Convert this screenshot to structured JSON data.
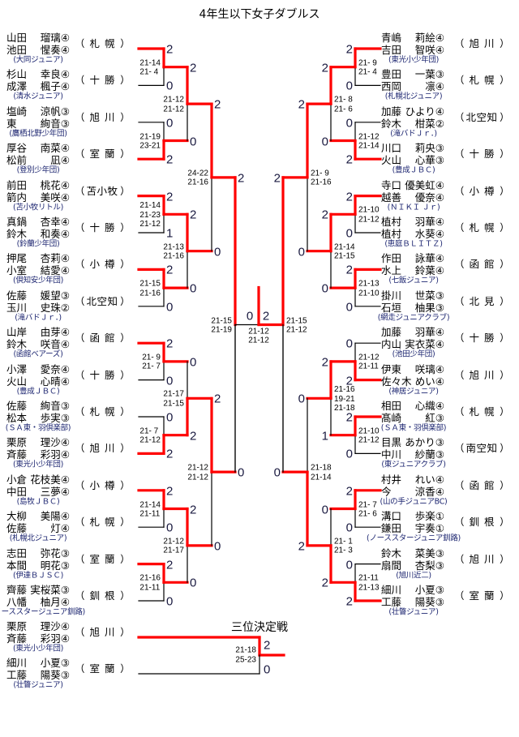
{
  "title": "4年生以下女子ダブルス",
  "paren_open": "（",
  "paren_close": "）",
  "colors": {
    "win_line": "#ff0000",
    "line": "#000000",
    "club_text": "#1c2570"
  },
  "left": {
    "teams": [
      {
        "players": [
          [
            "山田",
            "瑠璃④"
          ],
          [
            "池田",
            "惺奏④"
          ]
        ],
        "city": "札幌",
        "club": "(大同ジュニア)"
      },
      {
        "players": [
          [
            "杉山",
            "幸良④"
          ],
          [
            "成澤",
            "楓子④"
          ]
        ],
        "city": "十勝",
        "club": "(清水ジュニア)"
      },
      {
        "players": [
          [
            "塩崎",
            "涼帆③"
          ],
          [
            "東",
            "絢音③"
          ]
        ],
        "city": "旭川",
        "club": "(鷹栖北野少年団)"
      },
      {
        "players": [
          [
            "厚谷",
            "南菜④"
          ],
          [
            "松前",
            "凪④"
          ]
        ],
        "city": "室蘭",
        "club": "(登別少年団)"
      },
      {
        "players": [
          [
            "前田",
            "桃花④"
          ],
          [
            "箭内",
            "美咲④"
          ]
        ],
        "city": "苫小牧",
        "club": "(苫小牧リトル)"
      },
      {
        "players": [
          [
            "真鍋",
            "杏幸④"
          ],
          [
            "鈴木",
            "和奏④"
          ]
        ],
        "city": "十勝",
        "club": "(鈴蘭少年団)"
      },
      {
        "players": [
          [
            "押尾",
            "杏莉④"
          ],
          [
            "小室",
            "結愛④"
          ]
        ],
        "city": "小樽",
        "club": "(倶知安少年団)"
      },
      {
        "players": [
          [
            "佐藤",
            "媛望③"
          ],
          [
            "玉川",
            "史珠②"
          ]
        ],
        "city": "北空知",
        "club": "(滝バドＪｒ．)"
      },
      {
        "players": [
          [
            "山岸",
            "由芽④"
          ],
          [
            "鈴木",
            "咲音④"
          ]
        ],
        "city": "函館",
        "club": "(函館ベアーズ)"
      },
      {
        "players": [
          [
            "小澤",
            "愛奈④"
          ],
          [
            "火山",
            "心晴④"
          ]
        ],
        "city": "十勝",
        "club": "(豊成ＪＢＣ)"
      },
      {
        "players": [
          [
            "佐藤",
            "絢音③"
          ],
          [
            "松本",
            "歩実③"
          ]
        ],
        "city": "札幌",
        "club": "(ＳＡ東・羽倶楽部)"
      },
      {
        "players": [
          [
            "栗原",
            "理沙④"
          ],
          [
            "斉藤",
            "彩羽④"
          ]
        ],
        "city": "旭川",
        "club": "(東光小少年団)"
      },
      {
        "players": [
          [
            "小倉",
            "花枝美④"
          ],
          [
            "中田",
            "三夢④"
          ]
        ],
        "city": "小樽",
        "club": "(島牧ＪＢＣ)"
      },
      {
        "players": [
          [
            "大柳",
            "美陽④"
          ],
          [
            "佐藤",
            "灯④"
          ]
        ],
        "city": "札幌",
        "club": "(札幌北ジュニア)"
      },
      {
        "players": [
          [
            "志田",
            "弥花③"
          ],
          [
            "本間",
            "明花③"
          ]
        ],
        "city": "室蘭",
        "club": "(伊達ＢＪＳＣ)"
      },
      {
        "players": [
          [
            "齊藤",
            "実桜菜③"
          ],
          [
            "八幡",
            "柚月④"
          ]
        ],
        "city": "釧根",
        "club": "(ノーススタージュニア釧路)"
      }
    ],
    "rounds": [
      [
        {
          "scores": [
            2,
            0
          ],
          "games": "21-14\n21- 4"
        },
        {
          "scores": [
            0,
            2
          ],
          "games": "21-19\n23-21"
        },
        {
          "scores": [
            2,
            1
          ],
          "games": "21-14\n21-23\n21-12"
        },
        {
          "scores": [
            2,
            0
          ],
          "games": "21-15\n21-16"
        },
        {
          "scores": [
            2,
            0
          ],
          "games": "21- 9\n21- 7"
        },
        {
          "scores": [
            0,
            2
          ],
          "games": "21- 7\n21-12"
        },
        {
          "scores": [
            2,
            0
          ],
          "games": "21-14\n21-11"
        },
        {
          "scores": [
            2,
            0
          ],
          "games": "21-16\n21-11"
        }
      ],
      [
        {
          "scores": [
            2,
            0
          ],
          "games": "21-12\n21-12"
        },
        {
          "scores": [
            2,
            0
          ],
          "games": "21-13\n21-16"
        },
        {
          "scores": [
            0,
            2
          ],
          "games": "21-17\n21-15"
        },
        {
          "scores": [
            2,
            0
          ],
          "games": "21-12\n21-17"
        }
      ],
      [
        {
          "scores": [
            2,
            0
          ],
          "games": "24-22\n21-16"
        },
        {
          "scores": [
            2,
            0
          ],
          "games": "21-12\n21-12"
        }
      ],
      [
        {
          "scores": [
            2,
            0
          ],
          "games": "21-15\n21-19"
        }
      ]
    ]
  },
  "right": {
    "teams": [
      {
        "players": [
          [
            "青嶋",
            "莉絵④"
          ],
          [
            "吉田",
            "智咲④"
          ]
        ],
        "city": "旭川",
        "club": "(東光小少年団)"
      },
      {
        "players": [
          [
            "豊田",
            "一葉③"
          ],
          [
            "西岡",
            "凛④"
          ]
        ],
        "city": "札幌",
        "club": "(札幌北ジュニア)"
      },
      {
        "players": [
          [
            "加藤",
            "ひより④"
          ],
          [
            "鈴木",
            "柑菜②"
          ]
        ],
        "city": "北空知",
        "club": "(滝バドＪｒ．)"
      },
      {
        "players": [
          [
            "川口",
            "莉央③"
          ],
          [
            "火山",
            "心華③"
          ]
        ],
        "city": "十勝",
        "club": "(豊成ＪＢＣ)"
      },
      {
        "players": [
          [
            "寺口",
            "優美虹④"
          ],
          [
            "越善",
            "優奈④"
          ]
        ],
        "city": "小樽",
        "club": "(ＮＩＫＩ Ｊｒ)"
      },
      {
        "players": [
          [
            "植村",
            "羽華④"
          ],
          [
            "植村",
            "水葵④"
          ]
        ],
        "city": "札幌",
        "club": "(恵庭ＢＬＩＴＺ)"
      },
      {
        "players": [
          [
            "作田",
            "詠華④"
          ],
          [
            "水上",
            "鈴葉④"
          ]
        ],
        "city": "函館",
        "club": "(七飯ジュニア)"
      },
      {
        "players": [
          [
            "掛川",
            "世菜③"
          ],
          [
            "石垣",
            "柚果③"
          ]
        ],
        "city": "北見",
        "club": "(網走ジュニアクラブ)"
      },
      {
        "players": [
          [
            "加藤",
            "羽華④"
          ],
          [
            "内山",
            "実衣菜④"
          ]
        ],
        "city": "十勝",
        "club": "(池田少年団)"
      },
      {
        "players": [
          [
            "伊東",
            "咲璃④"
          ],
          [
            "佐々木",
            "めい④"
          ]
        ],
        "city": "旭川",
        "club": "(神居ジュニア)"
      },
      {
        "players": [
          [
            "相田",
            "心織④"
          ],
          [
            "髙崎",
            "紅③"
          ]
        ],
        "city": "札幌",
        "club": "(ＳＡ東・羽倶楽部)"
      },
      {
        "players": [
          [
            "目黒",
            "あかり③"
          ],
          [
            "中川",
            "紗蘭③"
          ]
        ],
        "city": "南空知",
        "club": "(東ジュニアクラブ)"
      },
      {
        "players": [
          [
            "村井",
            "れい④"
          ],
          [
            "今",
            "涼香④"
          ]
        ],
        "city": "函館",
        "club": "(山の手ジュニアBC)"
      },
      {
        "players": [
          [
            "溝口",
            "歩楽①"
          ],
          [
            "鎌田",
            "宇奏①"
          ]
        ],
        "city": "釧根",
        "club": "(ノーススタージュニア釧路)"
      },
      {
        "players": [
          [
            "鈴木",
            "菜美③"
          ],
          [
            "扇間",
            "杏梨③"
          ]
        ],
        "city": "旭川",
        "club": "(旭川近二)"
      },
      {
        "players": [
          [
            "細川",
            "小夏③"
          ],
          [
            "工藤",
            "陽葵③"
          ]
        ],
        "city": "室蘭",
        "club": "(壮瞥ジュニア)"
      }
    ],
    "rounds": [
      [
        {
          "scores": [
            2,
            0
          ],
          "games": "21- 9\n21- 4"
        },
        {
          "scores": [
            0,
            2
          ],
          "games": "21-12\n21-14"
        },
        {
          "scores": [
            2,
            0
          ],
          "games": "21-10\n21-12"
        },
        {
          "scores": [
            2,
            0
          ],
          "games": "21-13\n21-10"
        },
        {
          "scores": [
            0,
            2
          ],
          "games": "21-12\n21-11"
        },
        {
          "scores": [
            2,
            0
          ],
          "games": "21-10\n21-12"
        },
        {
          "scores": [
            2,
            0
          ],
          "games": "21- 7\n21- 6"
        },
        {
          "scores": [
            0,
            2
          ],
          "games": "21-11\n21-13"
        }
      ],
      [
        {
          "scores": [
            2,
            0
          ],
          "games": "21- 8\n21- 6"
        },
        {
          "scores": [
            2,
            0
          ],
          "games": "21-14\n21-15"
        },
        {
          "scores": [
            2,
            1
          ],
          "games": "21-16\n19-21\n21-18"
        },
        {
          "scores": [
            0,
            2
          ],
          "games": "21- 1\n21- 3"
        }
      ],
      [
        {
          "scores": [
            2,
            0
          ],
          "games": "21- 9\n21-16"
        },
        {
          "scores": [
            0,
            2
          ],
          "games": "21-18\n21-14"
        }
      ],
      [
        {
          "scores": [
            2,
            0
          ],
          "games": "21-15\n21-12"
        }
      ]
    ]
  },
  "final": {
    "scores": [
      0,
      2
    ],
    "games": "21-12\n21-12"
  },
  "third_place": {
    "label": "三位決定戦",
    "teams": [
      {
        "players": [
          [
            "栗原",
            "理沙④"
          ],
          [
            "斉藤",
            "彩羽④"
          ]
        ],
        "city": "旭川",
        "club": "(東光小少年団)"
      },
      {
        "players": [
          [
            "細川",
            "小夏③"
          ],
          [
            "工藤",
            "陽葵③"
          ]
        ],
        "city": "室蘭",
        "club": "(壮瞥ジュニア)"
      }
    ],
    "scores": [
      2,
      0
    ],
    "games": "21-18\n25-23"
  }
}
